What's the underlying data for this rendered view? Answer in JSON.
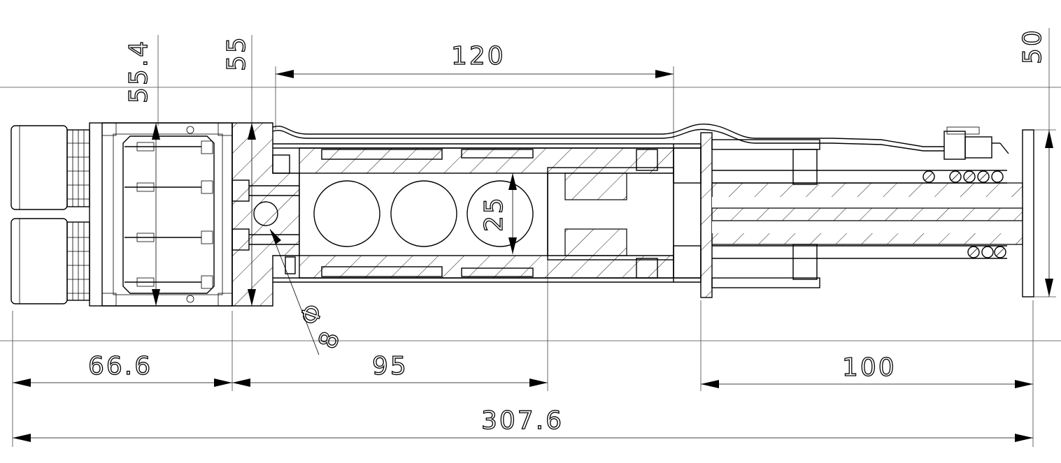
{
  "dimensions": {
    "d_55_4": "55.4",
    "d_55": "55",
    "d_120": "120",
    "d_50": "50",
    "d_25": "25",
    "d_8": "8",
    "d_phi": "Φ",
    "d_66_6": "66.6",
    "d_95": "95",
    "d_100": "100",
    "d_307_6": "307.6"
  },
  "colors": {
    "line": "#000000",
    "background": "#ffffff"
  }
}
